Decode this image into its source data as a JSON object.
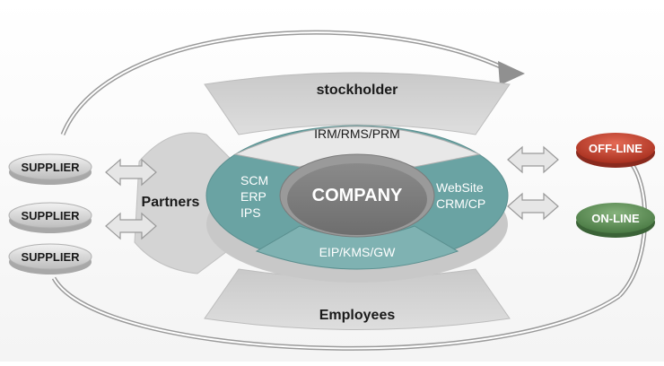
{
  "diagram": {
    "center": "COMPANY",
    "top_band": "stockholder",
    "bottom_band": "Employees",
    "left_band": "Partners",
    "ring": {
      "top": "IRM/RMS/PRM",
      "left": [
        "SCM",
        "ERP",
        "IPS"
      ],
      "right": [
        "WebSite",
        "CRM/CP"
      ],
      "bottom": "EIP/KMS/GW"
    },
    "suppliers": [
      "SUPPLIER",
      "SUPPLIER",
      "SUPPLIER"
    ],
    "channels": {
      "offline": "OFF-LINE",
      "online": "ON-LINE"
    },
    "colors": {
      "ring_teal": "#6aa3a3",
      "offline_red": "#c8402f",
      "online_green": "#5c8f55",
      "band_gray": "#d2d2d2"
    },
    "icons": [
      "double-arrow-icon",
      "cycle-arrow-icon"
    ]
  }
}
